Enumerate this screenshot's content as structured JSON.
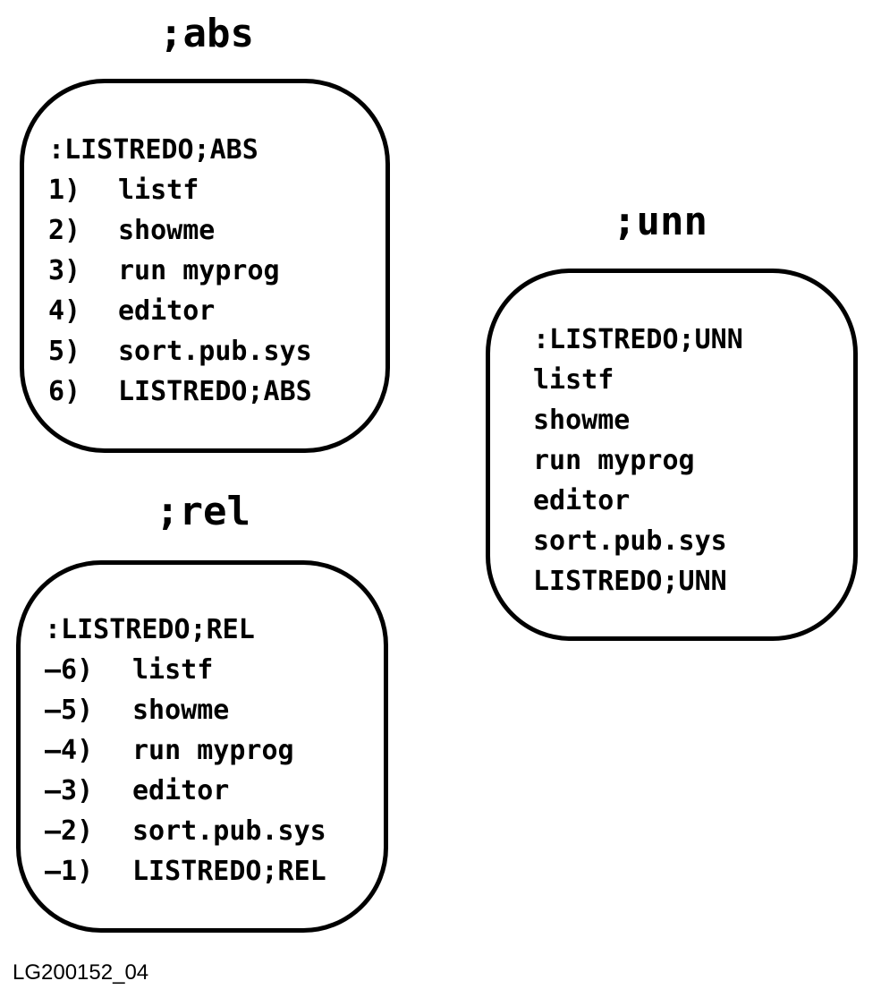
{
  "abs": {
    "heading": ";abs",
    "command": ":LISTREDO;ABS",
    "rows": [
      {
        "num": "1)",
        "cmd": "listf"
      },
      {
        "num": "2)",
        "cmd": "showme"
      },
      {
        "num": "3)",
        "cmd": "run myprog"
      },
      {
        "num": "4)",
        "cmd": "editor"
      },
      {
        "num": "5)",
        "cmd": "sort.pub.sys"
      },
      {
        "num": "6)",
        "cmd": "LISTREDO;ABS"
      }
    ]
  },
  "rel": {
    "heading": ";rel",
    "command": ":LISTREDO;REL",
    "rows": [
      {
        "num": "–6)",
        "cmd": "listf"
      },
      {
        "num": "–5)",
        "cmd": "showme"
      },
      {
        "num": "–4)",
        "cmd": "run myprog"
      },
      {
        "num": "–3)",
        "cmd": "editor"
      },
      {
        "num": "–2)",
        "cmd": "sort.pub.sys"
      },
      {
        "num": "–1)",
        "cmd": "LISTREDO;REL"
      }
    ]
  },
  "unn": {
    "heading": ";unn",
    "command": ":LISTREDO;UNN",
    "rows": [
      {
        "cmd": "listf"
      },
      {
        "cmd": "showme"
      },
      {
        "cmd": "run myprog"
      },
      {
        "cmd": "editor"
      },
      {
        "cmd": "sort.pub.sys"
      },
      {
        "cmd": "LISTREDO;UNN"
      }
    ]
  },
  "figure_id": "LG200152_04"
}
